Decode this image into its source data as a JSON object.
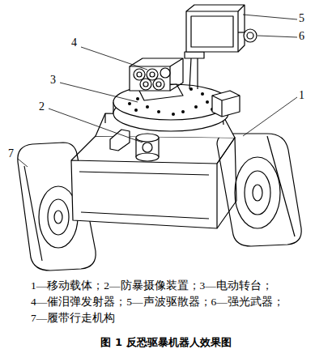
{
  "diagram": {
    "caption": "图 1 反恐驱暴机器人效果图",
    "labels": [
      "5",
      "6",
      "4",
      "3",
      "2",
      "1",
      "7",
      "1—移动载体；2—防暴摄像装置；3—电动转台；",
      "4—催泪弹发射器；5—声波驱散器；6—强光武器；",
      "7—履带行走机构"
    ]
  }
}
